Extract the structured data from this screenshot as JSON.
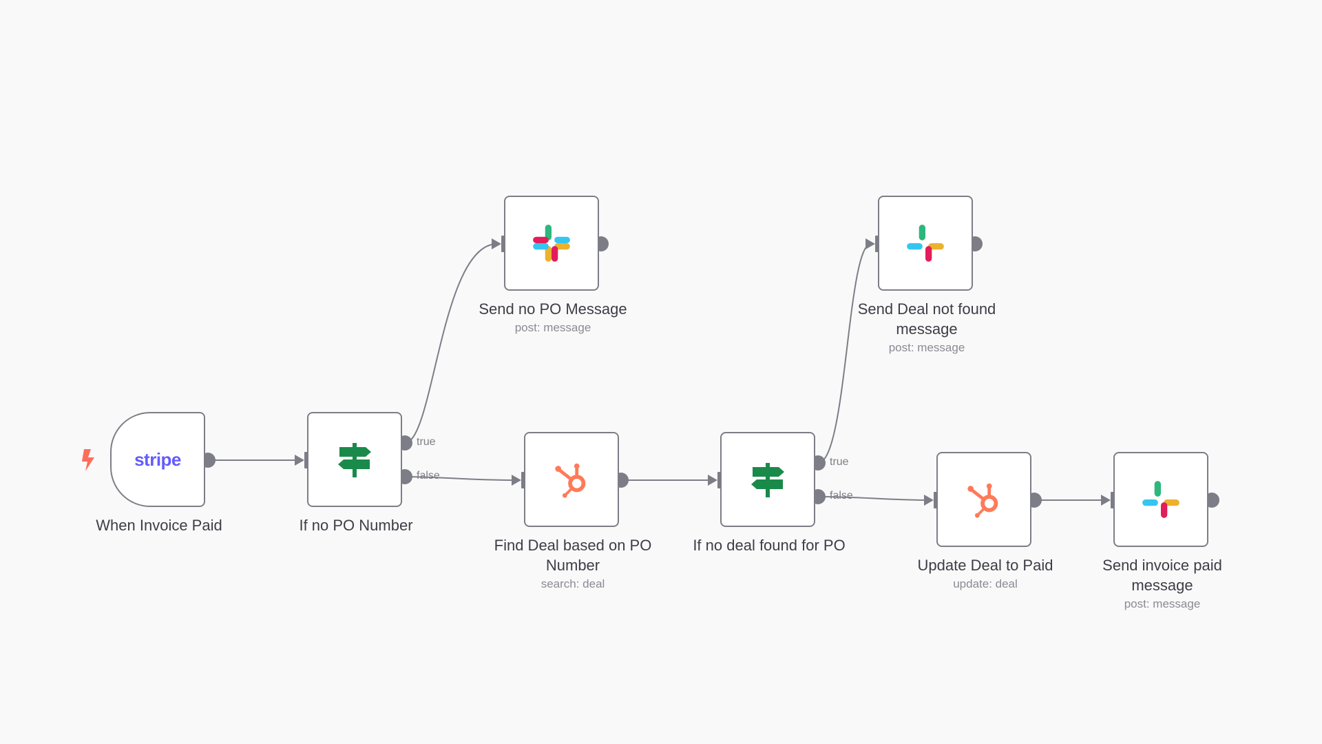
{
  "colors": {
    "canvas": "#f9f9f9",
    "edge": "#7d7d87",
    "trigger_bolt": "#ff6d5a",
    "stripe": "#635bff",
    "if_green": "#1a8a4a",
    "hubspot": "#ff7a59",
    "slack_blue": "#36c5f0",
    "slack_green": "#2eb67d",
    "slack_yellow": "#ecb22e",
    "slack_red": "#e01e5a"
  },
  "workflow": {
    "trigger_icon": "lightning-bolt-icon",
    "nodes": {
      "when_invoice_paid": {
        "title": "When Invoice Paid",
        "subtitle": "",
        "icon": "stripe-logo",
        "icon_text": "stripe"
      },
      "if_no_po_number": {
        "title": "If no PO Number",
        "subtitle": "",
        "icon": "signpost-icon"
      },
      "send_no_po_message": {
        "title": "Send no PO Message",
        "subtitle": "post: message",
        "icon": "slack-icon"
      },
      "find_deal": {
        "title": "Find Deal based on PO Number",
        "subtitle": "search: deal",
        "icon": "hubspot-icon"
      },
      "if_no_deal_found": {
        "title": "If no deal found for PO",
        "subtitle": "",
        "icon": "signpost-icon"
      },
      "send_deal_not_found": {
        "title": "Send Deal not found message",
        "subtitle": "post: message",
        "icon": "slack-icon"
      },
      "update_deal": {
        "title": "Update Deal to Paid",
        "subtitle": "update: deal",
        "icon": "hubspot-icon"
      },
      "send_invoice_paid": {
        "title": "Send invoice paid message",
        "subtitle": "post: message",
        "icon": "slack-icon"
      }
    },
    "port_labels": {
      "true": "true",
      "false": "false"
    }
  }
}
